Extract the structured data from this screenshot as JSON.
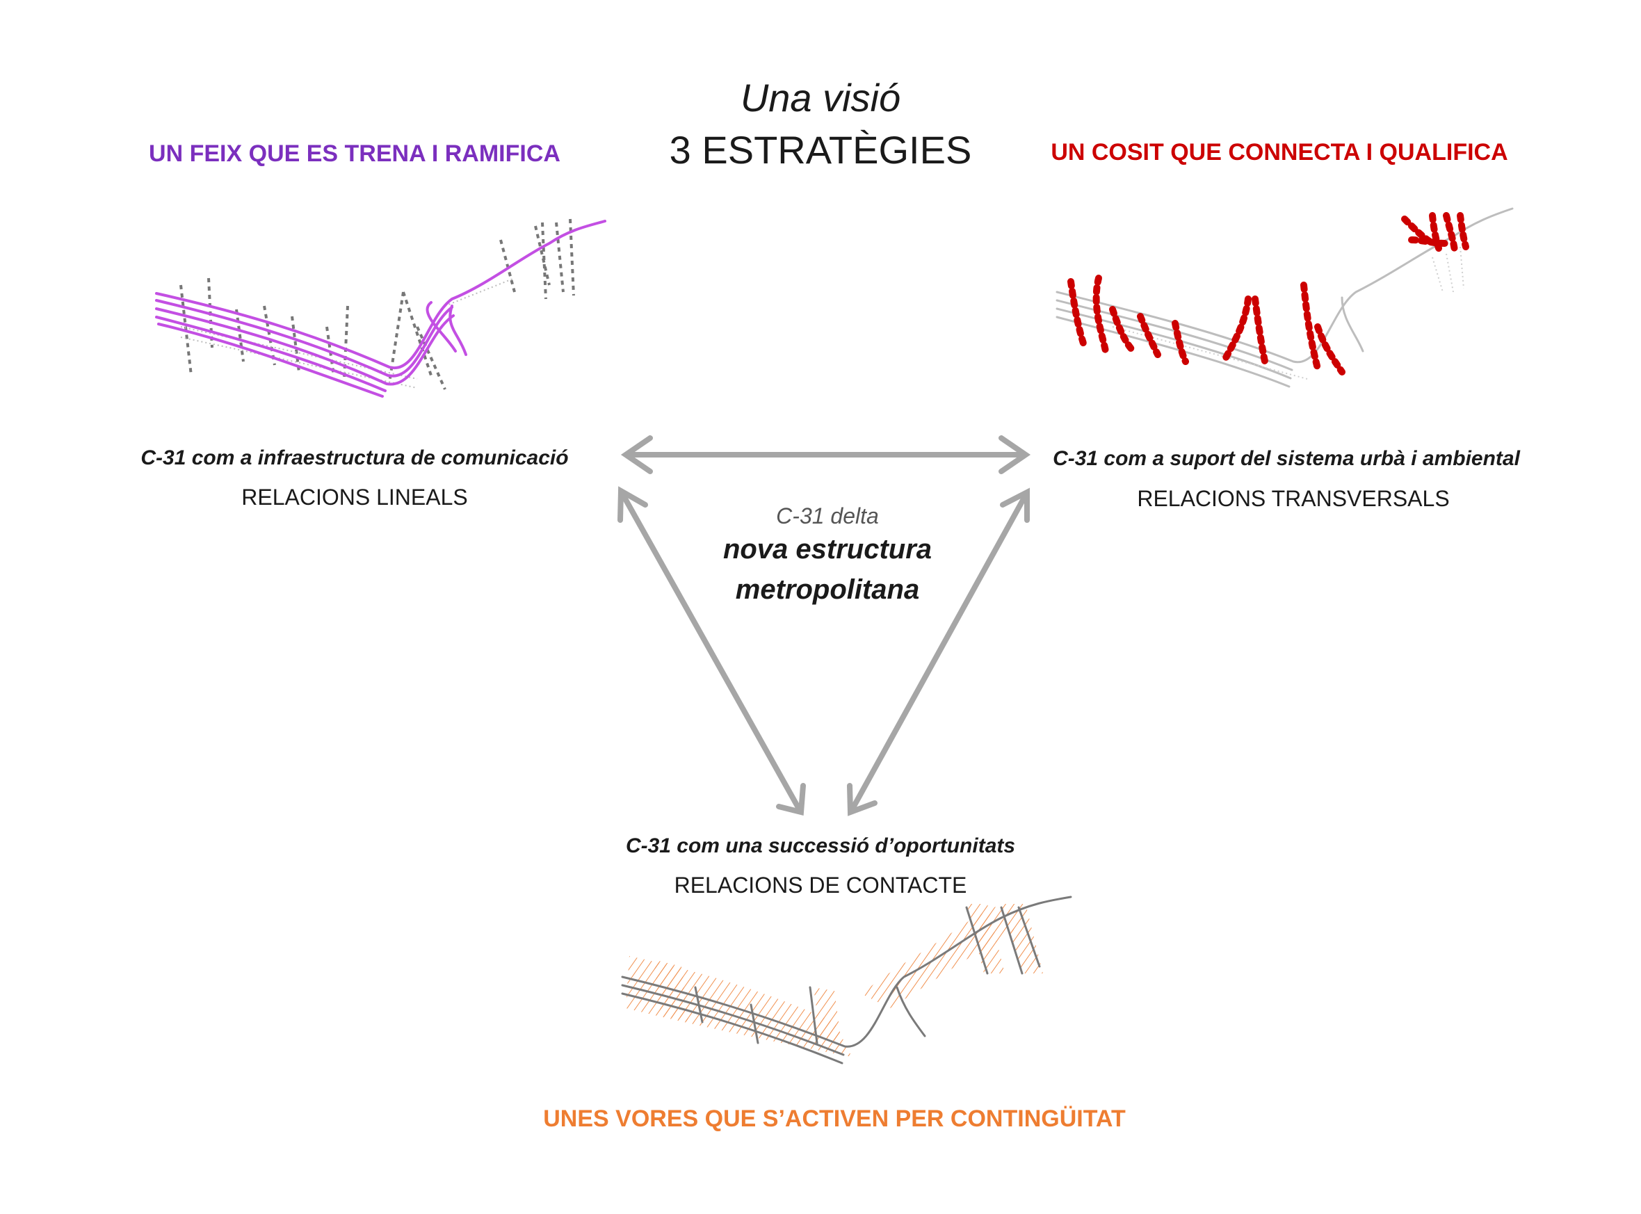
{
  "header": {
    "title_italic": "Una visió",
    "title_main": "3 ESTRATÈGIES"
  },
  "strategies": [
    {
      "heading": "UN FEIX QUE ES TRENA I RAMIFICA",
      "subtitle": "C-31 com a infraestructura de comunicació",
      "relation": "RELACIONS LINEALS",
      "color": "#c34fe3"
    },
    {
      "heading": "UN COSIT QUE CONNECTA I QUALIFICA",
      "subtitle": "C-31 com a suport del sistema urbà i ambiental",
      "relation": "RELACIONS TRANSVERSALS",
      "color": "#cc0000"
    },
    {
      "heading": "UNES VORES QUE S’ACTIVEN PER CONTINGÜITAT",
      "subtitle": "C-31 com una successió d’oportunitats",
      "relation": "RELACIONS DE CONTACTE",
      "color": "#ee7d31"
    }
  ],
  "center": {
    "small": "C-31 delta",
    "big_line1": "nova estructura",
    "big_line2": "metropolitana"
  },
  "colors": {
    "arrow": "#a6a6a6",
    "road": "#9a9a9a",
    "purple_heading": "#7b2fbe",
    "red_heading": "#cc0000",
    "orange_heading": "#ee7d31"
  }
}
